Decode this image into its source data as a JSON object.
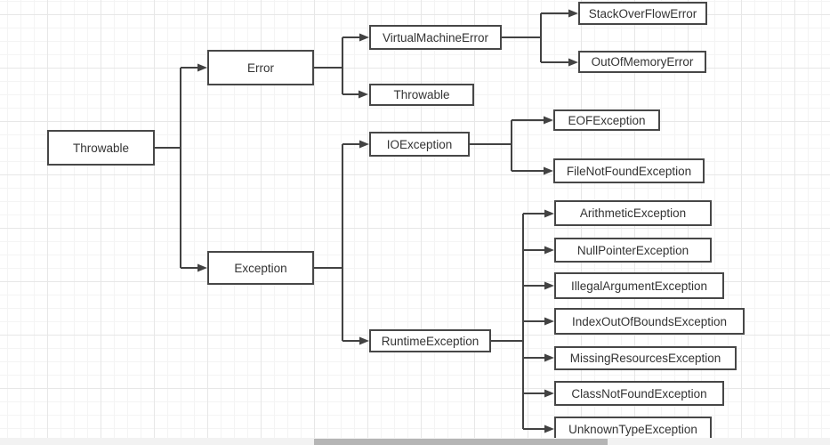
{
  "diagram": {
    "type": "flowchart-tree",
    "topic": "Java Throwable hierarchy",
    "nodes": {
      "throwable_root": {
        "label": "Throwable"
      },
      "error": {
        "label": "Error"
      },
      "virtual_machine_error": {
        "label": "VirtualMachineError"
      },
      "stack_overflow_error": {
        "label": "StackOverFlowError"
      },
      "out_of_memory_error": {
        "label": "OutOfMemoryError"
      },
      "throwable_sub": {
        "label": "Throwable"
      },
      "exception": {
        "label": "Exception"
      },
      "io_exception": {
        "label": "IOException"
      },
      "eof_exception": {
        "label": "EOFException"
      },
      "file_not_found_exception": {
        "label": "FileNotFoundException"
      },
      "runtime_exception": {
        "label": "RuntimeException"
      },
      "arithmetic_exception": {
        "label": "ArithmeticException"
      },
      "null_pointer_exception": {
        "label": "NullPointerException"
      },
      "illegal_argument_exception": {
        "label": "IllegalArgumentException"
      },
      "index_out_of_bounds_exception": {
        "label": "IndexOutOfBoundsException"
      },
      "missing_resources_exception": {
        "label": "MissingResourcesException"
      },
      "class_not_found_exception": {
        "label": "ClassNotFoundException"
      },
      "unknown_type_exception": {
        "label": "UnknownTypeException"
      }
    },
    "hierarchy": [
      {
        "parent": "Throwable",
        "children": [
          "Error",
          "Exception"
        ]
      },
      {
        "parent": "Error",
        "children": [
          "VirtualMachineError",
          "Throwable"
        ]
      },
      {
        "parent": "VirtualMachineError",
        "children": [
          "StackOverFlowError",
          "OutOfMemoryError"
        ]
      },
      {
        "parent": "Exception",
        "children": [
          "IOException",
          "RuntimeException"
        ]
      },
      {
        "parent": "IOException",
        "children": [
          "EOFException",
          "FileNotFoundException"
        ]
      },
      {
        "parent": "RuntimeException",
        "children": [
          "ArithmeticException",
          "NullPointerException",
          "IllegalArgumentException",
          "IndexOutOfBoundsException",
          "MissingResourcesException",
          "ClassNotFoundException",
          "UnknownTypeException"
        ]
      }
    ],
    "colors": {
      "box_border": "#474747",
      "box_fill": "#ffffff",
      "text": "#333333",
      "connector": "#424242",
      "grid_minor": "#f4f4f4",
      "grid_major": "#e7e7e7",
      "scrollbar_track": "#f2f2f2",
      "scrollbar_thumb": "#b5b5b5"
    }
  }
}
